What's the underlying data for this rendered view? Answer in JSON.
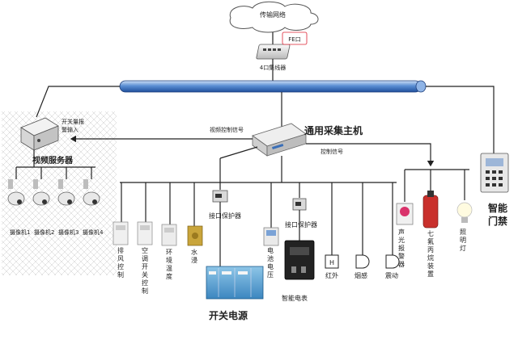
{
  "cloud_label": "传输网络",
  "fe_label": "FE口",
  "hub_label": "4口集线器",
  "main_host_label": "通用采集主机",
  "video_ctrl_signal": "视频控制信号",
  "ctrl_signal": "控制信号",
  "video_server_label": "视频服务器",
  "alarm_input_note": [
    "开关量报",
    "警输入"
  ],
  "cameras": [
    "摄像机1",
    "摄像机2",
    "摄像机3",
    "摄像机4"
  ],
  "interface_protector_1": "接口保护器",
  "interface_protector_2": "接口保护器",
  "switch_power": "开关电源",
  "smart_meter": "智能电表",
  "access_control": [
    "智能",
    "门禁"
  ],
  "sensors": [
    {
      "label": "排风控制"
    },
    {
      "label": "空调开关控制"
    },
    {
      "label": "环境温度"
    },
    {
      "label": "水浸"
    },
    {
      "label": "电池电压"
    },
    {
      "label": "红外"
    },
    {
      "label": "烟感"
    },
    {
      "label": "震动"
    }
  ],
  "right_devices": {
    "alarm": "声光报警器",
    "fire": "七氟丙烷装置",
    "light": "照明灯"
  },
  "h_label": "H"
}
